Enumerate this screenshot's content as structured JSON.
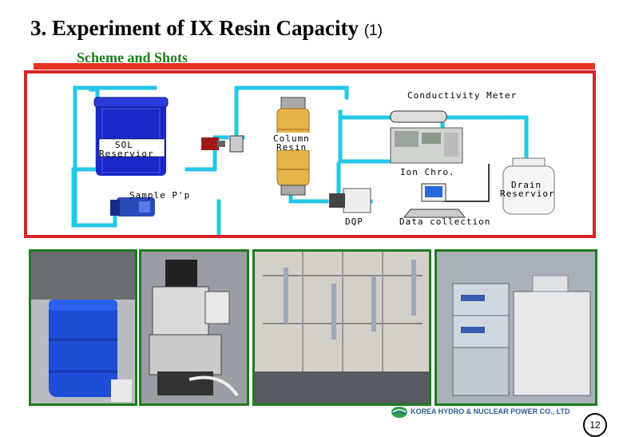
{
  "slide": {
    "title": "3. Experiment of IX Resin Capacity",
    "title_number": "(1)",
    "subtitle": "Scheme and Shots",
    "page_number": "12"
  },
  "scheme": {
    "sol_reservoir": [
      "SOL",
      "Reservior"
    ],
    "sample_pump": "Sample P'p",
    "column": [
      "Column",
      "Resin"
    ],
    "conductivity_meter": "Conductivity Meter",
    "ion_chro": "Ion Chro.",
    "drain": [
      "Drain",
      "Reservior"
    ],
    "dqp": "DQP",
    "data_collection": "Data collection"
  },
  "footer": {
    "company": "KOREA HYDRO & NUCLEAR POWER CO., LTD"
  },
  "colors": {
    "pipe": "#22c8e6",
    "frame_red": "#d8232a",
    "photo_border": "#1f7a1f"
  }
}
